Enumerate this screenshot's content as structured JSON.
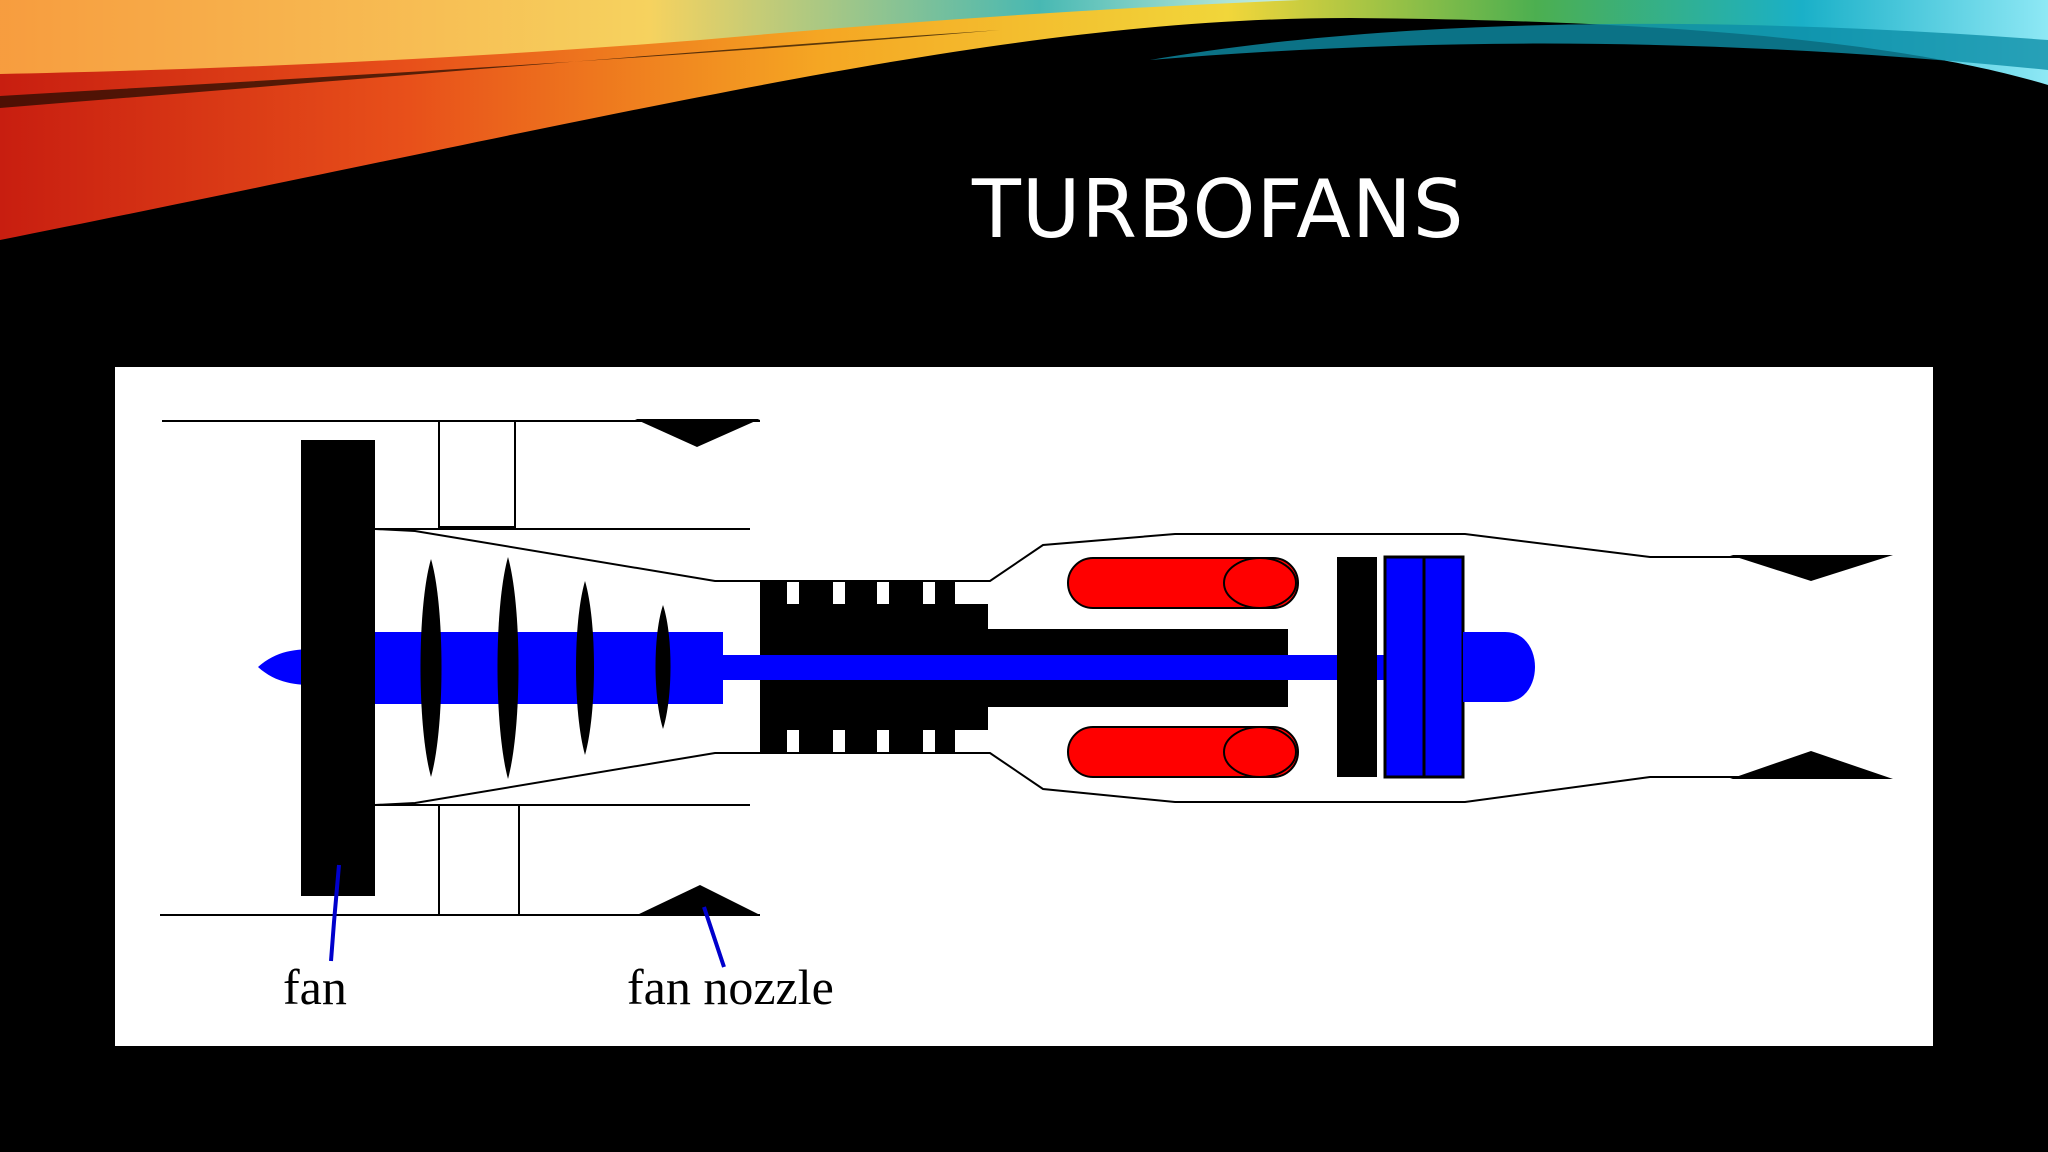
{
  "slide": {
    "title": "TURBOFANS"
  },
  "diagram": {
    "labels": {
      "fan": "fan",
      "fan_nozzle": "fan nozzle"
    },
    "colors": {
      "casing": "#000000",
      "shaft": "#0000ff",
      "combustor": "#ff0000",
      "leader_line": "#0000cc",
      "background": "#ffffff"
    },
    "icons": {
      "decorative_banner": "swoosh-gradient"
    }
  }
}
